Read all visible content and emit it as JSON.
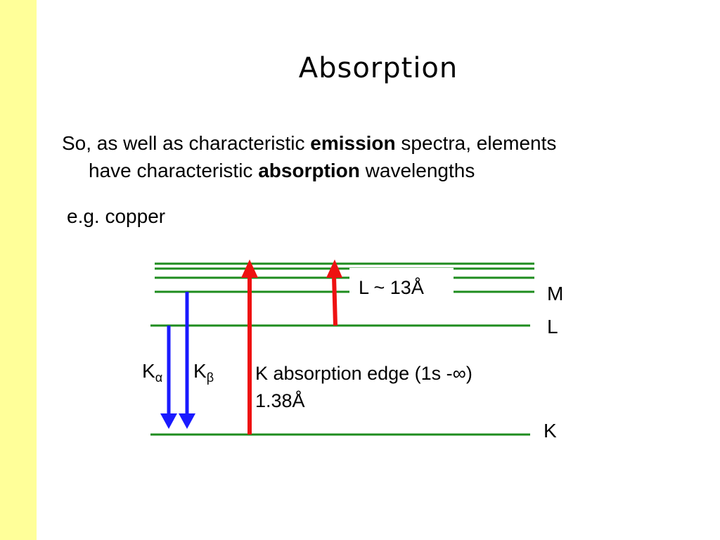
{
  "slide": {
    "title": "Absorption",
    "bullet": {
      "part1": "So, as well as characteristic ",
      "bold1": "emission",
      "part2": " spectra, elements",
      "part3": "have characteristic ",
      "bold2": "absorption",
      "part4": " wavelengths"
    },
    "example": "e.g. copper"
  },
  "diagram": {
    "levels": {
      "M": "M",
      "L": "L",
      "K": "K"
    },
    "transitions": {
      "k_alpha": {
        "symbol": "K",
        "subscript": "α"
      },
      "k_beta": {
        "symbol": "K",
        "subscript": "β"
      }
    },
    "l_edge_label": "L ~ 13Å",
    "k_edge_label_line1": "K absorption edge (1s -",
    "k_edge_label_infinity": "∞",
    "k_edge_label_close": ")",
    "k_edge_label_line2": "1.38Å"
  },
  "colors": {
    "strip": "#ffff99",
    "level_line": "#1e8c1e",
    "emission_arrow": "#1a1aff",
    "absorption_arrow": "#ee1111"
  }
}
